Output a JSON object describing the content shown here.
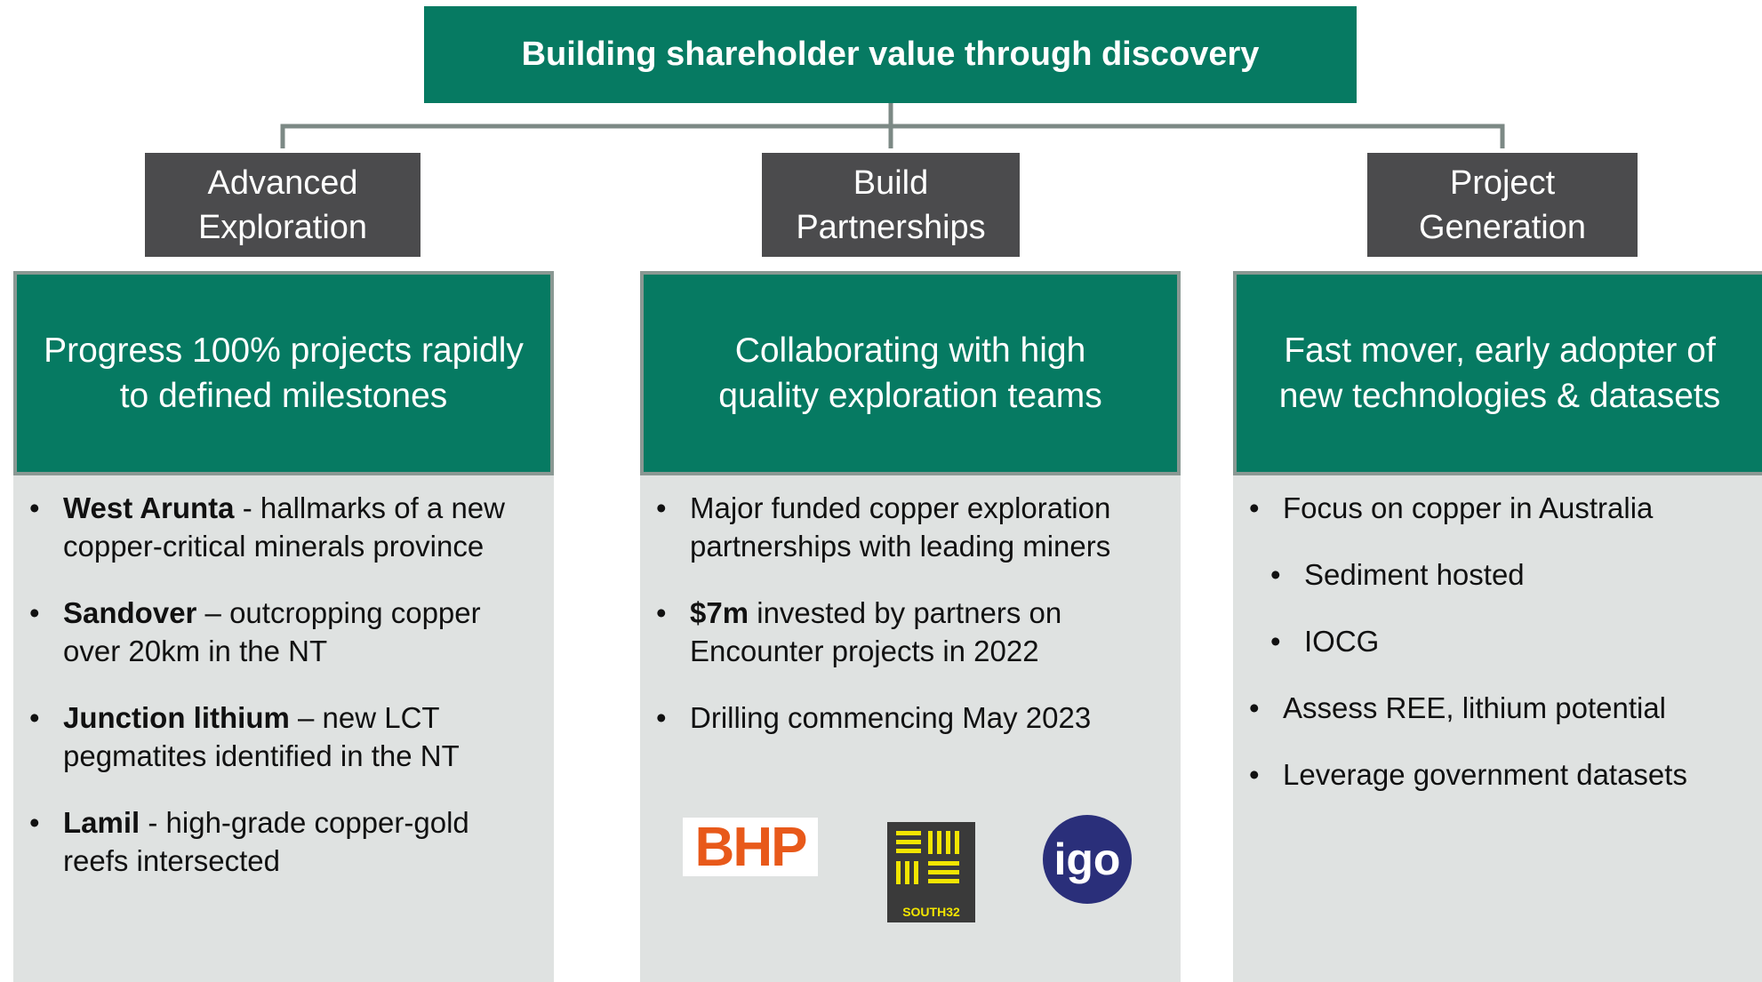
{
  "title": "Building shareholder value through discovery",
  "pillars": [
    {
      "line1": "Advanced",
      "line2": "Exploration"
    },
    {
      "line1": "Build",
      "line2": "Partnerships"
    },
    {
      "line1": "Project",
      "line2": "Generation"
    }
  ],
  "columns": [
    {
      "head_line1": "Progress 100% projects rapidly",
      "head_line2": "to defined milestones",
      "bullets": [
        {
          "bold": "West Arunta",
          "line1": " - hallmarks of a new",
          "line2": "copper-critical minerals province"
        },
        {
          "bold": "Sandover",
          "line1": " – outcropping copper",
          "line2": "over 20km in the NT"
        },
        {
          "bold": "Junction lithium",
          "line1": " – new LCT",
          "line2": "pegmatites identified in the NT"
        },
        {
          "bold": "Lamil",
          "line1": " - high-grade copper-gold",
          "line2": "reefs intersected"
        }
      ]
    },
    {
      "head_line1": "Collaborating with high",
      "head_line2": "quality exploration teams",
      "bullets": [
        {
          "bold": "",
          "line1": "Major funded copper exploration",
          "line2": "partnerships with leading miners"
        },
        {
          "bold": "$7m",
          "line1": " invested by partners on",
          "line2": "Encounter projects in 2022"
        },
        {
          "bold": "",
          "line1": "Drilling commencing May 2023",
          "line2": ""
        }
      ],
      "logos": {
        "bhp": "BHP",
        "south32": "SOUTH32",
        "igo": "igo"
      }
    },
    {
      "head_line1": "Fast mover, early adopter of",
      "head_line2": "new technologies & datasets",
      "bullets": [
        {
          "text": "Focus on copper in Australia"
        },
        {
          "text": "Sediment hosted"
        },
        {
          "text": "IOCG"
        },
        {
          "text": "Assess REE, lithium potential"
        },
        {
          "text": "Leverage government datasets"
        }
      ]
    }
  ],
  "bullet_char": "•",
  "colors": {
    "teal": "#067a62",
    "dark_grey": "#4b4b4d",
    "panel": "#dfe2e1",
    "connector": "#7c8985"
  }
}
